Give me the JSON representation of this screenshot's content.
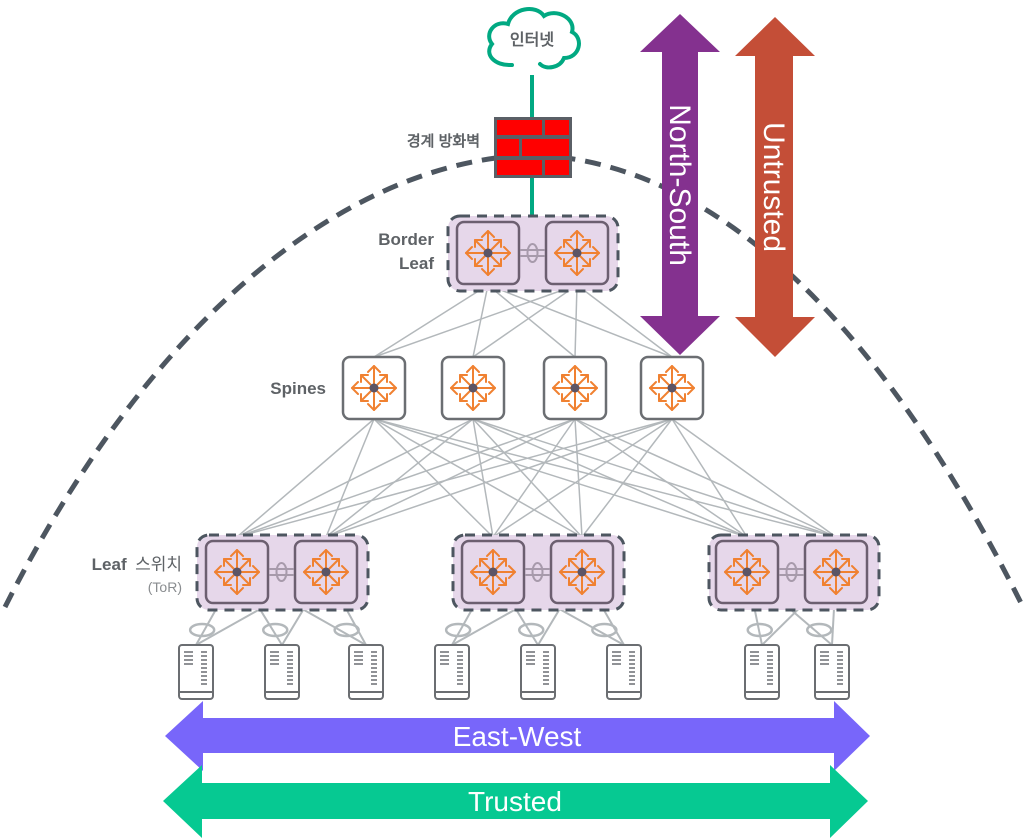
{
  "diagram": {
    "internet": {
      "label": "인터넷"
    },
    "firewall": {
      "label": "경계 방화벽"
    },
    "border_leaf": {
      "label_line1": "Border",
      "label_line2": "Leaf"
    },
    "spines": {
      "label": "Spines",
      "count": 4
    },
    "leaf": {
      "label_bold": "Leaf",
      "label_ko": "스위치",
      "label_sub": "(ToR)",
      "pairs": 3
    },
    "servers": {
      "count": 8
    },
    "arrows": {
      "north_south": {
        "label": "North-South",
        "color": "#84318f"
      },
      "untrusted": {
        "label": "Untrusted",
        "color": "#c44e37"
      },
      "east_west": {
        "label": "East-West",
        "color": "#7866fa"
      },
      "trusted": {
        "label": "Trusted",
        "color": "#06c992"
      }
    },
    "colors": {
      "link_green": "#01a982",
      "firewall_red": "#ff0000",
      "switch_orange": "#f08131",
      "group_fill": "#e6d7ea",
      "dashed_boundary": "#4d5660",
      "link_gray": "#b3b8bb"
    }
  }
}
